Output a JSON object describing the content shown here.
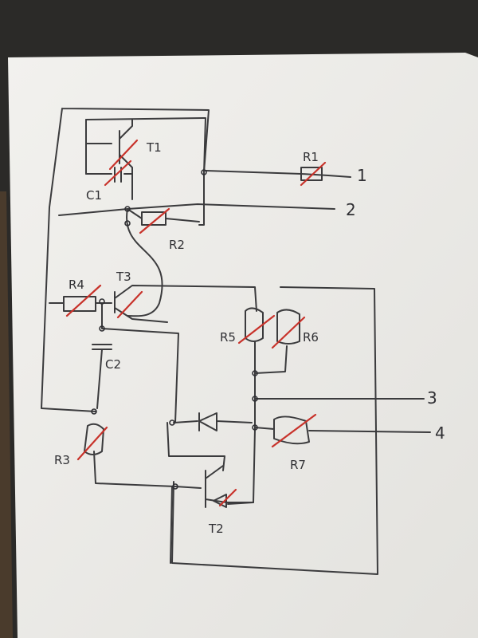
{
  "labels": {
    "t1": "T1",
    "c1": "C1",
    "r1": "R1",
    "r2": "R2",
    "t3": "T3",
    "r4": "R4",
    "c2": "C2",
    "r5": "R5",
    "r6": "R6",
    "r3": "R3",
    "r7": "R7",
    "t2": "T2"
  },
  "terminals": [
    "1",
    "2",
    "3",
    "4"
  ],
  "colors": {
    "ink": "#3b3b3d",
    "red_strike": "#c8322a",
    "paper": "#ecebe7",
    "background": "#2b2a28"
  }
}
